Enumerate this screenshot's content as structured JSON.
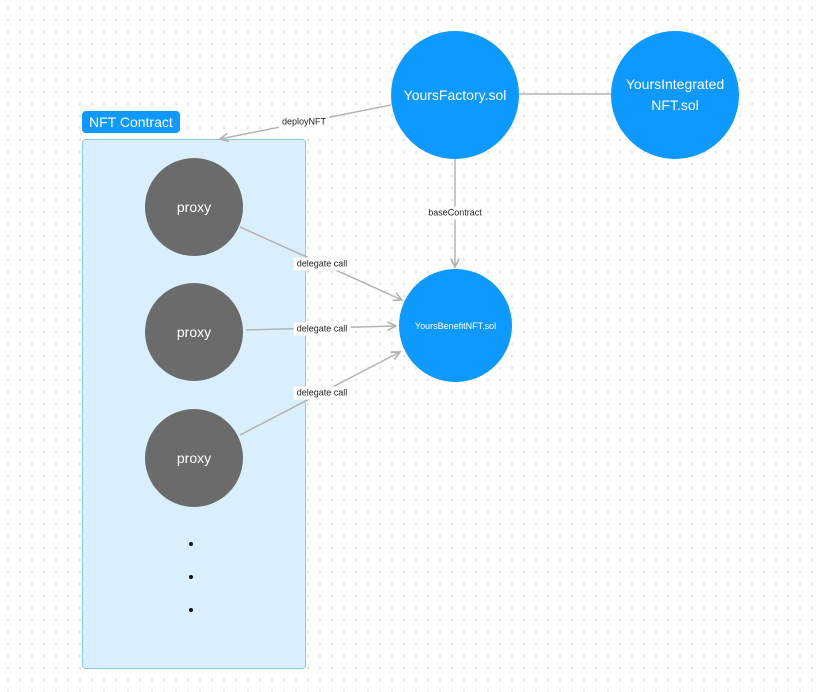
{
  "container": {
    "label": "NFT Contract"
  },
  "nodes": {
    "factory": "YoursFactory.sol",
    "integrated": "YoursIntegratedNFT.sol",
    "benefit": "YoursBenefitNFT.sol",
    "proxies": [
      "proxy",
      "proxy",
      "proxy"
    ],
    "ellipsis": [
      "•",
      "•",
      "•"
    ]
  },
  "edges": {
    "deploy": "deployNFT",
    "base": "baseContract",
    "delegate": [
      "delegate call",
      "delegate call",
      "delegate call"
    ]
  },
  "colors": {
    "node_blue": "#0d99ff",
    "node_gray": "#6b6b6b",
    "container_fill": "#d9effd",
    "container_border": "#8cc9ef",
    "connector": "#b3b3b3"
  }
}
